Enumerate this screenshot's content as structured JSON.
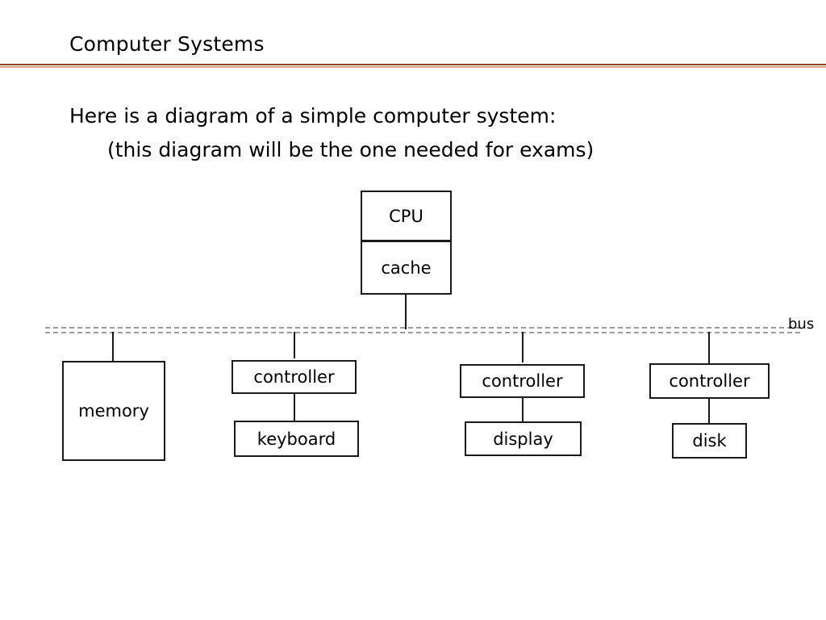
{
  "slide": {
    "title": "Computer Systems",
    "body_lines": [
      "Here is a diagram of a simple computer system:",
      "(this diagram will be the one needed for exams)"
    ],
    "rule_color_dark": "#8c4a27",
    "rule_color_light": "#d9a384"
  },
  "diagram": {
    "type": "block-diagram",
    "bus_label": "bus",
    "bus_style": "double-dashed",
    "bus_color": "#9a9a9a",
    "node_border_color": "#1a1a1a",
    "nodes": {
      "cpu": "CPU",
      "cache": "cache",
      "memory": "memory",
      "controller_keyboard": "controller",
      "keyboard": "keyboard",
      "controller_display": "controller",
      "display": "display",
      "controller_disk": "controller",
      "disk": "disk"
    },
    "connections": [
      {
        "from": "cache",
        "to": "bus"
      },
      {
        "from": "bus",
        "to": "memory"
      },
      {
        "from": "bus",
        "to": "controller_keyboard"
      },
      {
        "from": "controller_keyboard",
        "to": "keyboard"
      },
      {
        "from": "bus",
        "to": "controller_display"
      },
      {
        "from": "controller_display",
        "to": "display"
      },
      {
        "from": "bus",
        "to": "controller_disk"
      },
      {
        "from": "controller_disk",
        "to": "disk"
      }
    ]
  }
}
